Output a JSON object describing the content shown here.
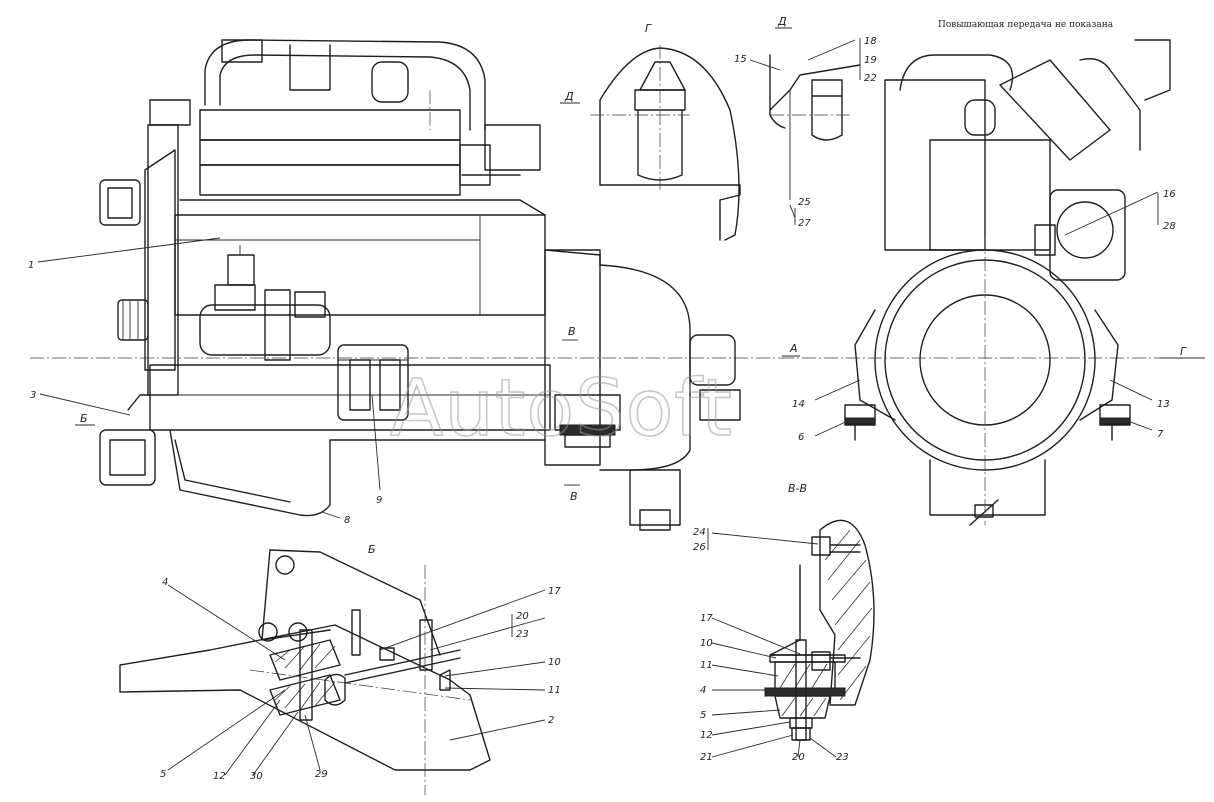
{
  "note": "Повышающая передача не показана",
  "watermark": "AutoSoft",
  "sections": {
    "g_top": "Г",
    "g_right": "Г",
    "d_top": "Д",
    "d_left": "Д",
    "a": "А",
    "b_left": "Б",
    "b_detail": "Б",
    "v_upper": "В",
    "v_lower": "В",
    "vv": "В-В"
  },
  "callouts": {
    "c1": "1",
    "c3": "3",
    "c9": "9",
    "c8": "8",
    "c14": "14",
    "c6": "6",
    "c13": "13",
    "c7": "7",
    "c16": "16",
    "c28": "28",
    "c15": "15",
    "c18": "18",
    "c19": "19",
    "c22": "22",
    "c25": "25",
    "c27": "27",
    "b4": "4",
    "b17": "17",
    "b20": "20",
    "b23": "23",
    "b10": "10",
    "b11": "11",
    "b2": "2",
    "b5": "5",
    "b12": "12",
    "b30": "30",
    "b29": "29",
    "v24": "24",
    "v26": "26",
    "v17": "17",
    "v10": "10",
    "v11": "11",
    "v4": "4",
    "v5": "5",
    "v12": "12",
    "v21": "21",
    "v20": "20",
    "v23": "23"
  }
}
